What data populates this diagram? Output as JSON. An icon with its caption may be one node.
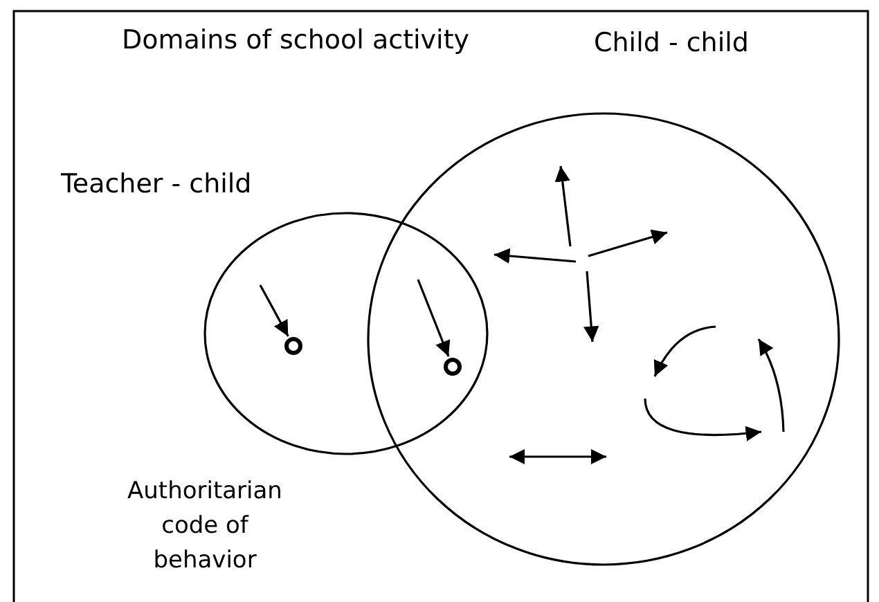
{
  "diagram": {
    "title": "Domains of school activity",
    "nodes": [
      {
        "text": [
          "Teacher - child"
        ]
      },
      {
        "text": [
          "Child - child"
        ]
      },
      {
        "text": [],
        "shape": "circle",
        "in": 0
      },
      {
        "text": [],
        "shape": "circle"
      }
    ],
    "edges": [
      {
        "from": null,
        "to": 2,
        "arrow": "to"
      },
      {
        "from": 1,
        "to": 3,
        "arrow": "to"
      }
    ],
    "labels": [
      "Authoritarian code of behavior"
    ]
  }
}
